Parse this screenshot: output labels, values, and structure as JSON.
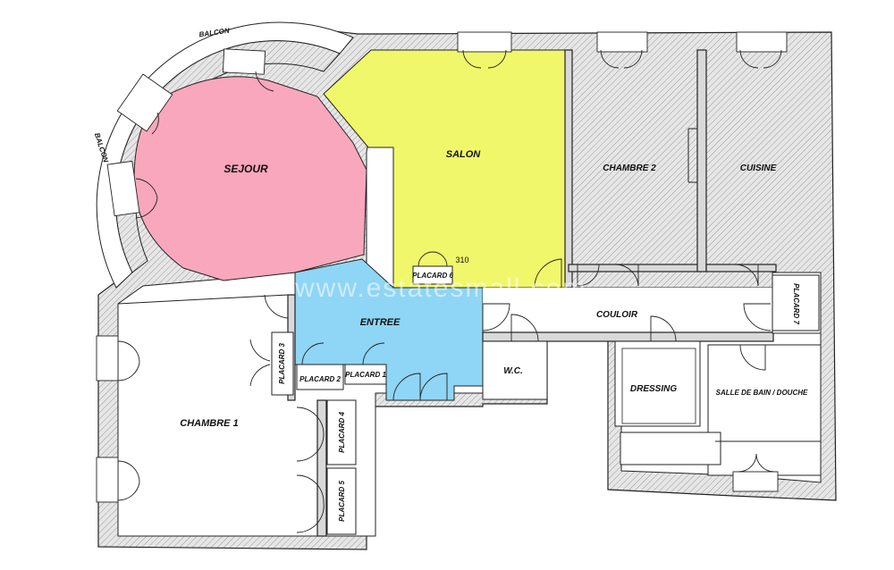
{
  "rooms": {
    "sejour": "SEJOUR",
    "salon": "SALON",
    "chambre2": "CHAMBRE 2",
    "cuisine": "CUISINE",
    "entree": "ENTREE",
    "couloir": "COULOIR",
    "chambre1": "CHAMBRE 1",
    "wc": "W.C.",
    "dressing": "DRESSING",
    "salle_de_bain": "SALLE DE BAIN / DOUCHE"
  },
  "balcony": {
    "top": "BALCON",
    "left": "BALCON"
  },
  "closets": {
    "placard1": "PLACARD 1",
    "placard2": "PLACARD 2",
    "placard3": "PLACARD 3",
    "placard4": "PLACARD 4",
    "placard5": "PLACARD 5",
    "placard6": "PLACARD 6",
    "placard7": "PLACARD 7"
  },
  "dimension": "310",
  "watermark": "www.estatesmall.com",
  "colors": {
    "sejour": "#f9a7bd",
    "salon": "#f0f76a",
    "entree": "#8fd5f5",
    "wall": "#d9d9d9"
  }
}
